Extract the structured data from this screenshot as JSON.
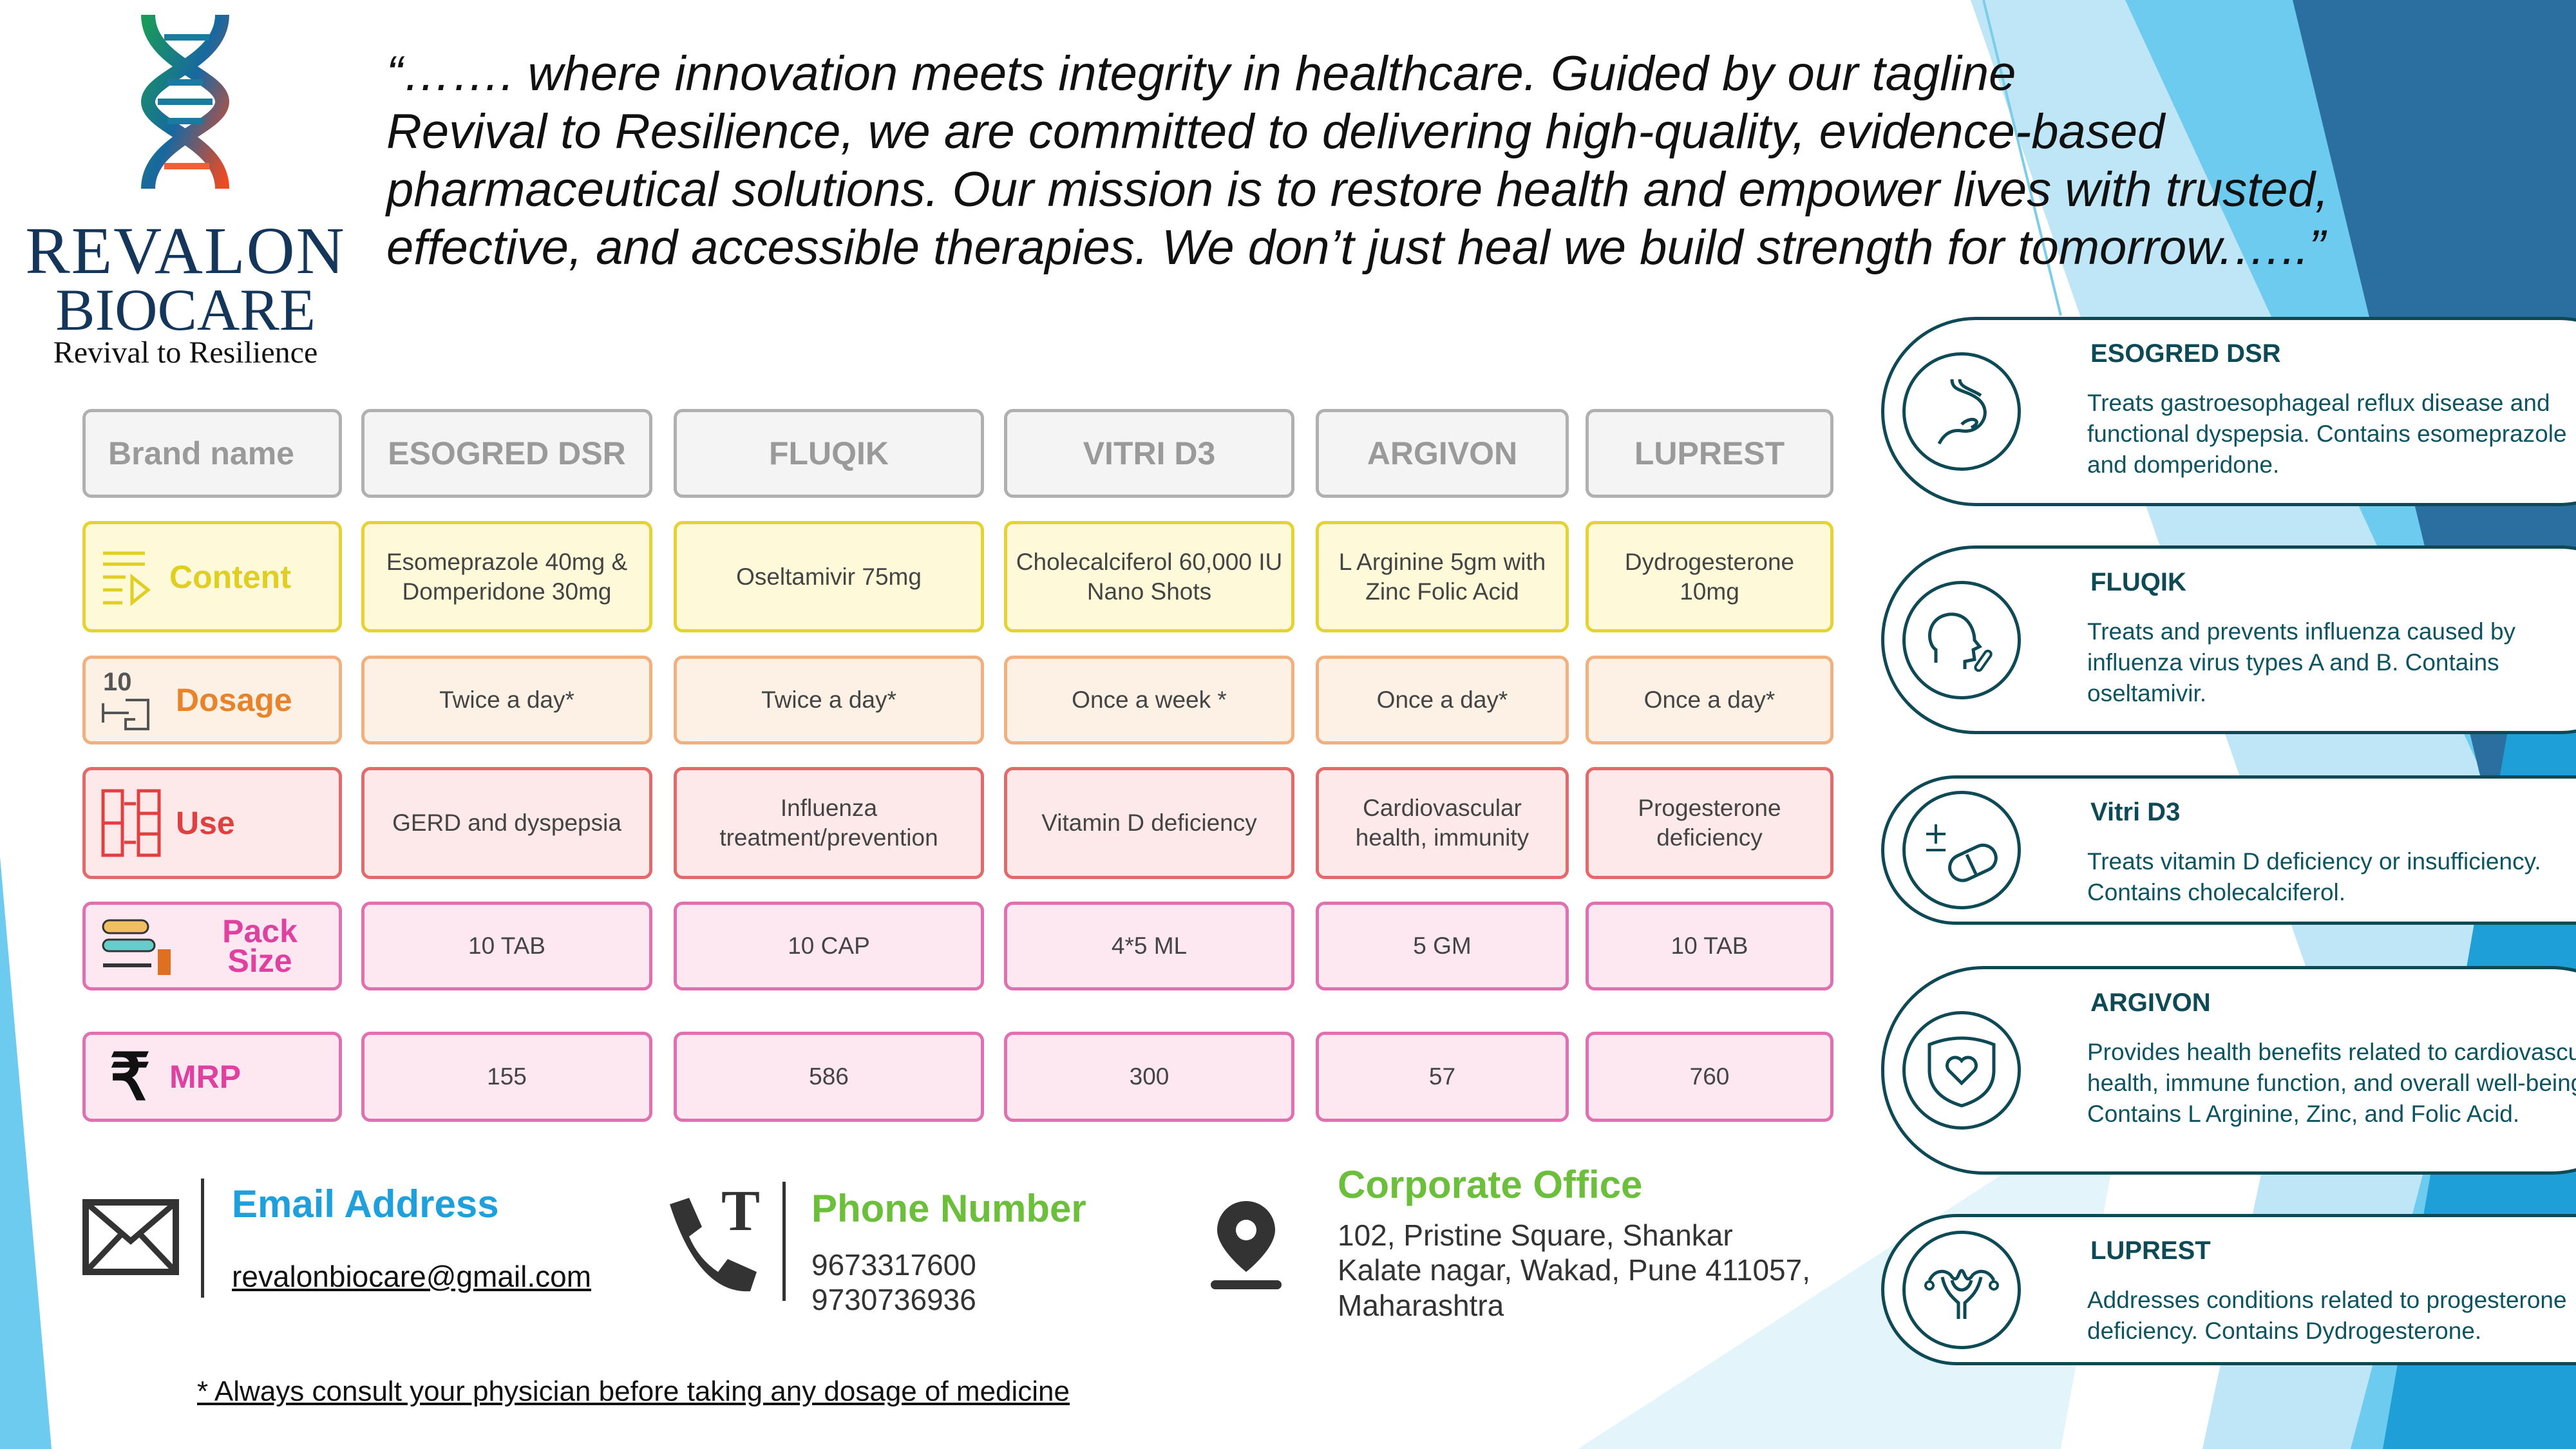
{
  "brand": {
    "name_line1": "REVALON",
    "name_line2": "BIOCARE",
    "tagline": "Revival to Resilience"
  },
  "quote": {
    "lines": [
      "“……. where innovation meets integrity in healthcare. Guided by our tagline",
      "Revival to Resilience, we are committed to delivering high-quality, evidence-based",
      "pharmaceutical solutions. Our mission is to restore health and empower lives with trusted,",
      "effective, and accessible therapies. We don’t just heal we build strength for tomorrow.…..”"
    ]
  },
  "table": {
    "header": [
      "Brand name",
      "ESOGRED DSR",
      "FLUQIK",
      "VITRI D3",
      "ARGIVON",
      "LUPREST"
    ],
    "rows": [
      {
        "label": "Content",
        "icon": "content-list-icon",
        "color": "#e0cf20",
        "fill": "#fef9d9",
        "border": "#e6d232",
        "values": [
          "Esomeprazole 40mg & Domperidone 30mg",
          "Oseltamivir 75mg",
          "Cholecalciferol 60,000 IU Nano Shots",
          "L Arginine 5gm with Zinc Folic Acid",
          "Dydrogesterone 10mg"
        ]
      },
      {
        "label": "Dosage",
        "icon": "dosage-icon",
        "color": "#e8832a",
        "fill": "#fdf0e4",
        "border": "#f0b080",
        "values": [
          "Twice a day*",
          "Twice a day*",
          "Once a week *",
          "Once a day*",
          "Once a day*"
        ]
      },
      {
        "label": "Use",
        "icon": "use-flow-icon",
        "color": "#e04040",
        "fill": "#fde9e9",
        "border": "#e36a6a",
        "values": [
          "GERD and dyspepsia",
          "Influenza treatment/prevention",
          "Vitamin D deficiency",
          "Cardiovascular health, immunity",
          "Progesterone deficiency"
        ]
      },
      {
        "label": "Pack Size",
        "icon": "medicine-pack-icon",
        "color": "#e040a0",
        "fill": "#fde8f2",
        "border": "#e070b0",
        "values": [
          "10 TAB",
          "10 CAP",
          "4*5 ML",
          "5 GM",
          "10 TAB"
        ]
      },
      {
        "label": "MRP",
        "icon": "rupee-icon",
        "color": "#e040a0",
        "fill": "#fde8f2",
        "border": "#e070b0",
        "values": [
          "155",
          "586",
          "300",
          "57",
          "760"
        ]
      }
    ]
  },
  "cards": [
    {
      "title": "ESOGRED DSR",
      "icon": "stomach-icon",
      "desc": "Treats gastroesophageal reflux disease and functional dyspepsia. Contains esomeprazole and domperidone."
    },
    {
      "title": "FLUQIK",
      "icon": "head-spray-icon",
      "desc": "Treats and prevents influenza caused by influenza virus types A and B. Contains oseltamivir."
    },
    {
      "title": "Vitri D3",
      "icon": "pill-icon",
      "desc": "Treats vitamin D deficiency or insufficiency. Contains cholecalciferol."
    },
    {
      "title": "ARGIVON",
      "icon": "shield-heart-icon",
      "desc": "Provides health benefits related to cardiovascular health, immune function, and overall well-being. Contains L Arginine, Zinc, and Folic Acid."
    },
    {
      "title": "LUPREST",
      "icon": "uterus-icon",
      "desc": "Addresses conditions related to progesterone deficiency. Contains Dydrogesterone."
    }
  ],
  "contact": {
    "email_label": "Email Address",
    "email": "revalonbiocare@gmail.com",
    "phone_label": "Phone Number",
    "phone1": "9673317600",
    "phone2": "9730736936",
    "office_label": "Corporate Office",
    "address1": "102, Pristine Square, Shankar",
    "address2": "Kalate nagar, Wakad, Pune 411057,",
    "address3": "Maharashtra"
  },
  "disclaimer": "* Always consult your physician before taking any dosage of medicine",
  "colors": {
    "teal": "#0d4a55",
    "email_blue": "#1ea0dc",
    "green": "#6bbf3a",
    "navy": "#13365a"
  }
}
